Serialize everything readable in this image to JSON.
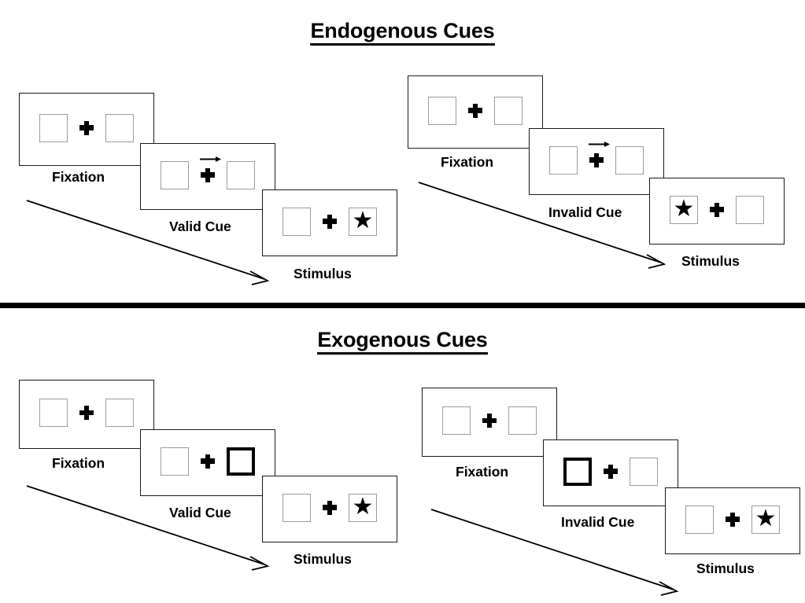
{
  "figure": {
    "type": "diagram",
    "description": "Posner spatial cueing paradigm trial sequences for endogenous and exogenous cues"
  },
  "sections": [
    {
      "id": "endogenous",
      "title": "Endogenous Cues",
      "sequences": [
        {
          "id": "endogenous-valid",
          "panels": [
            {
              "caption": "Fixation",
              "cue_type": "none",
              "cued_side": "none",
              "left_content": "empty",
              "right_content": "empty"
            },
            {
              "caption": "Valid Cue",
              "cue_type": "arrow",
              "cued_side": "right",
              "left_content": "empty",
              "right_content": "empty"
            },
            {
              "caption": "Stimulus",
              "cue_type": "none",
              "cued_side": "none",
              "left_content": "empty",
              "right_content": "star"
            }
          ]
        },
        {
          "id": "endogenous-invalid",
          "panels": [
            {
              "caption": "Fixation",
              "cue_type": "none",
              "cued_side": "none",
              "left_content": "empty",
              "right_content": "empty"
            },
            {
              "caption": "Invalid Cue",
              "cue_type": "arrow",
              "cued_side": "right",
              "left_content": "empty",
              "right_content": "empty"
            },
            {
              "caption": "Stimulus",
              "cue_type": "none",
              "cued_side": "none",
              "left_content": "star",
              "right_content": "empty"
            }
          ]
        }
      ]
    },
    {
      "id": "exogenous",
      "title": "Exogenous Cues",
      "sequences": [
        {
          "id": "exogenous-valid",
          "panels": [
            {
              "caption": "Fixation",
              "cue_type": "none",
              "cued_side": "none",
              "left_content": "empty",
              "right_content": "empty"
            },
            {
              "caption": "Valid Cue",
              "cue_type": "box",
              "cued_side": "right",
              "left_content": "empty",
              "right_content": "empty"
            },
            {
              "caption": "Stimulus",
              "cue_type": "none",
              "cued_side": "none",
              "left_content": "empty",
              "right_content": "star"
            }
          ]
        },
        {
          "id": "exogenous-invalid",
          "panels": [
            {
              "caption": "Fixation",
              "cue_type": "none",
              "cued_side": "none",
              "left_content": "empty",
              "right_content": "empty"
            },
            {
              "caption": "Invalid Cue",
              "cue_type": "box",
              "cued_side": "left",
              "left_content": "empty",
              "right_content": "empty"
            },
            {
              "caption": "Stimulus",
              "cue_type": "none",
              "cued_side": "none",
              "left_content": "empty",
              "right_content": "star"
            }
          ]
        }
      ]
    }
  ],
  "glyphs": {
    "star": "★",
    "fixation_cross": "cross-plus",
    "arrow_cue": "right-arrow",
    "time_arrow": "diagonal-time-arrow"
  },
  "colors": {
    "ink": "#000000",
    "panel_border": "#1a1a1a",
    "box_border": "#9c9c9c",
    "cued_box_border": "#000000",
    "background": "#ffffff"
  }
}
